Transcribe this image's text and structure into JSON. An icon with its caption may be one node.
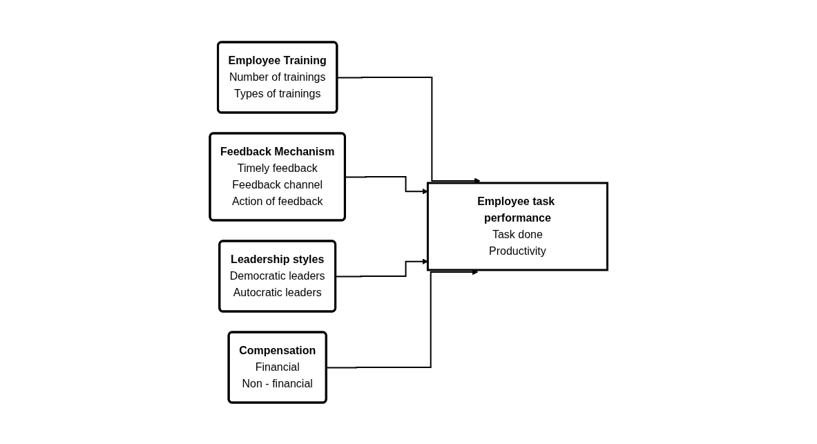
{
  "diagram": {
    "nodes": [
      {
        "text": [
          "Employee Training",
          "Number of trainings",
          "Types of trainings"
        ]
      },
      {
        "text": [
          "Feedback Mechanism",
          "Timely feedback",
          "Feedback channel",
          "Action of feedback"
        ]
      },
      {
        "text": [
          "Leadership styles",
          "Democratic leaders",
          "Autocratic leaders"
        ]
      },
      {
        "text": [
          "Compensation",
          "Financial",
          "Non - financial"
        ]
      },
      {
        "text": [
          "Employee task performance",
          "Task done",
          "Productivity"
        ]
      }
    ],
    "edges": [
      {
        "from": 0,
        "to": 4,
        "arrow": "to"
      },
      {
        "from": 1,
        "to": 4,
        "arrow": "to"
      },
      {
        "from": 2,
        "to": 4,
        "arrow": "to"
      },
      {
        "from": 3,
        "to": 4,
        "arrow": "to"
      }
    ]
  }
}
